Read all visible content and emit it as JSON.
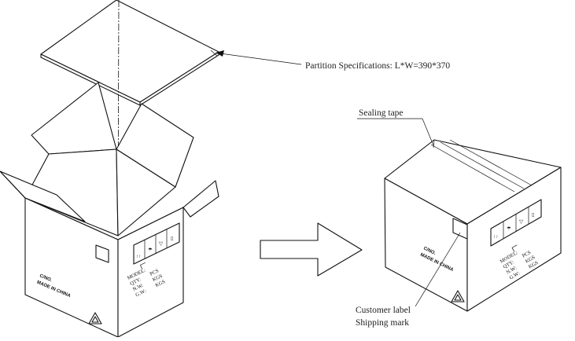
{
  "labels": {
    "partition_spec": "Partition Specifications: L*W=390*370",
    "sealing_tape": "Sealing tape",
    "customer_label": "Customer label",
    "shipping_mark": "Shipping mark"
  },
  "box_print": {
    "cno": "C/NO.",
    "made_in": "MADE IN CHINA",
    "model": "MODEL:",
    "qty": "QTY:",
    "nw": "N.W:",
    "gw": "G.W:",
    "pcs": "PCS",
    "kgs1": "KGS",
    "kgs2": "KGS"
  }
}
